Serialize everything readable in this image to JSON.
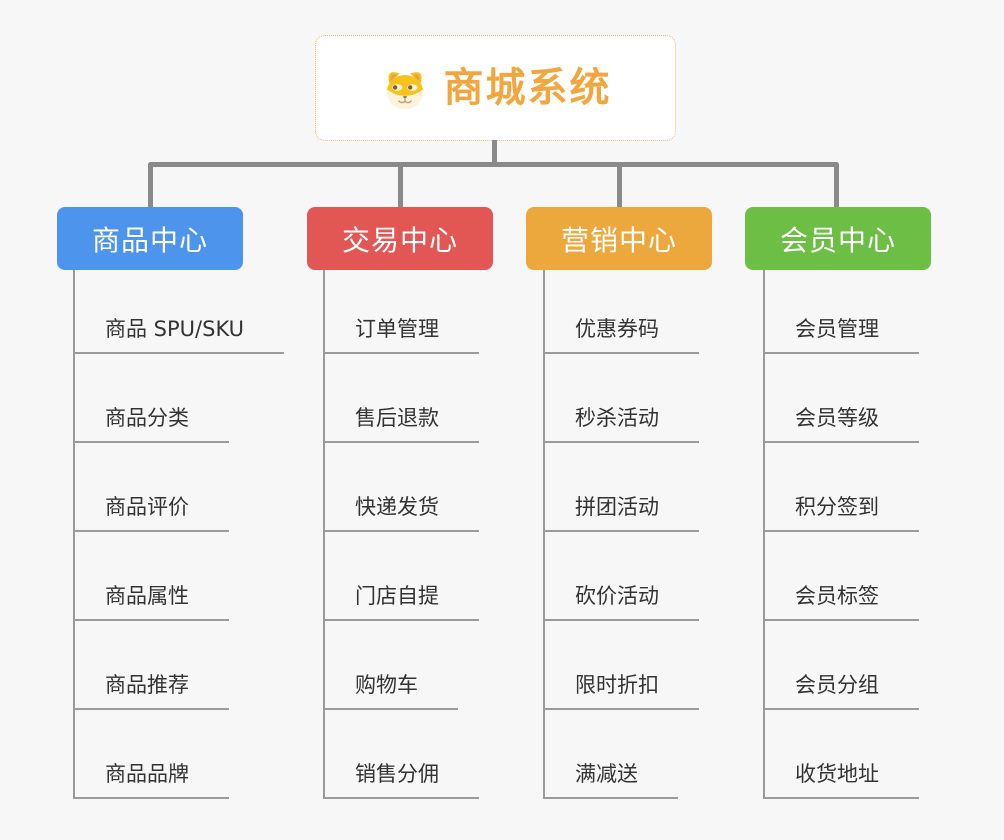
{
  "root": {
    "title": "商城系统",
    "icon": "doge-icon"
  },
  "branches": [
    {
      "label": "商品中心",
      "color": "#4d94ec",
      "items": [
        "商品 SPU/SKU",
        "商品分类",
        "商品评价",
        "商品属性",
        "商品推荐",
        "商品品牌"
      ]
    },
    {
      "label": "交易中心",
      "color": "#e25754",
      "items": [
        "订单管理",
        "售后退款",
        "快递发货",
        "门店自提",
        "购物车",
        "销售分佣"
      ]
    },
    {
      "label": "营销中心",
      "color": "#eca83d",
      "items": [
        "优惠券码",
        "秒杀活动",
        "拼团活动",
        "砍价活动",
        "限时折扣",
        "满减送"
      ]
    },
    {
      "label": "会员中心",
      "color": "#6dbe45",
      "items": [
        "会员管理",
        "会员等级",
        "积分签到",
        "会员标签",
        "会员分组",
        "收货地址"
      ]
    }
  ],
  "colors": {
    "background": "#f7f7f7",
    "root_border": "#f3b95f",
    "root_title": "#f2a73e",
    "connector": "#8a8a8a",
    "leaf_line": "#9a9a9a",
    "leaf_text": "#333333"
  }
}
